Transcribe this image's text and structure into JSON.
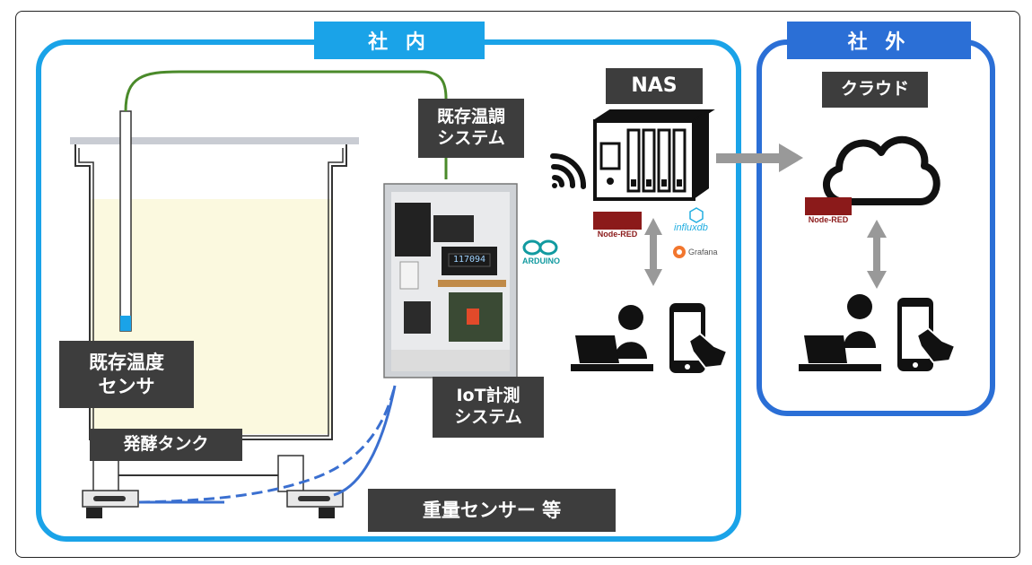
{
  "zones": {
    "internal_title": "社 内",
    "external_title": "社 外"
  },
  "labels": {
    "existing_temp_control_line1": "既存温調",
    "existing_temp_control_line2": "システム",
    "existing_temp_sensor_line1": "既存温度",
    "existing_temp_sensor_line2": "センサ",
    "fermentation_tank": "発酵タンク",
    "iot_line1": "IoT計測",
    "iot_line2": "システム",
    "weight_sensor": "重量センサー 等",
    "nas": "NAS",
    "cloud": "クラウド"
  },
  "logos": {
    "arduino": "ARDUINO",
    "node_red": "Node-RED",
    "influxdb": "influxdb",
    "grafana": "Grafana"
  },
  "device": {
    "display_value": "117094"
  },
  "colors": {
    "internal_zone": "#1aa3e8",
    "external_zone": "#2b6fd6",
    "label_bg": "#3d3d3d",
    "sensor_wire": "#4a8a2a",
    "scale_wire": "#3a6fd0",
    "arrow": "#999999",
    "node_red": "#8b1a1a"
  }
}
